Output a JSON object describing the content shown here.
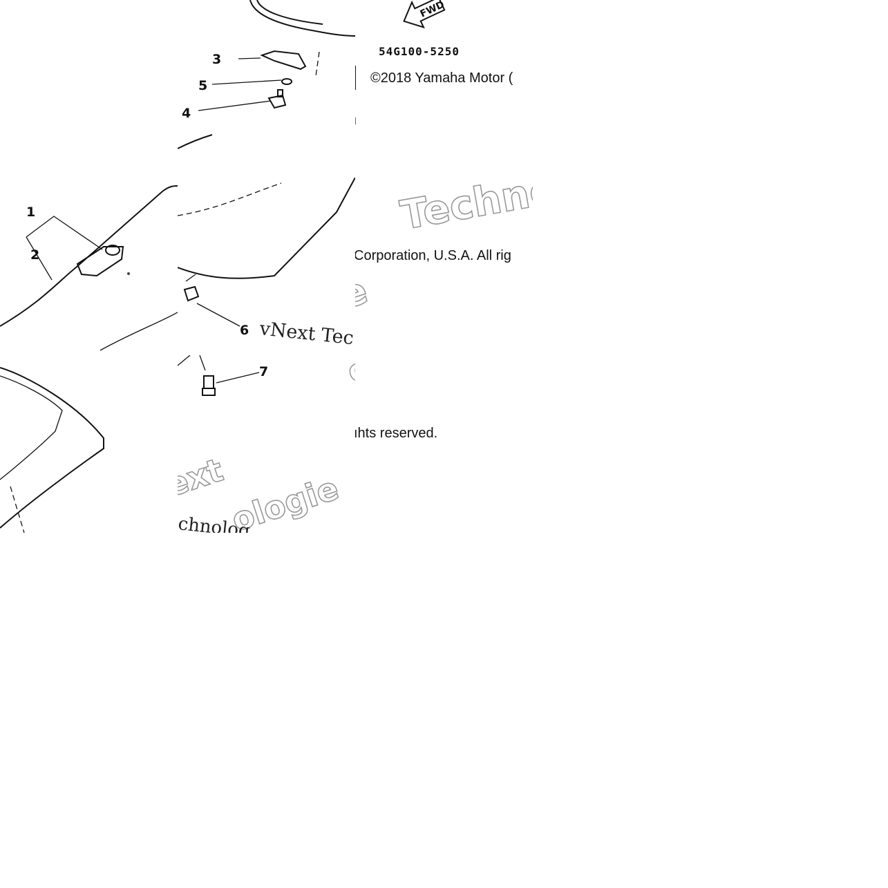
{
  "diagram": {
    "part_code": "54G100-5250",
    "fwd_arrow_label": "FWD",
    "callouts": [
      "1",
      "2",
      "3",
      "4",
      "5",
      "6",
      "7"
    ]
  },
  "copyright": {
    "line1": "©2018 Yamaha Motor (",
    "line2": "Corporation, U.S.A. All rig",
    "line3": "ıhts reserved."
  },
  "watermarks": {
    "techno_outline": "Techno",
    "vnext_serif": "vNext Tec",
    "hnologies_serif": "hnologies",
    "vne_outline": "vNe",
    "ologie_outline": "ologie",
    "ext_outline": "ext",
    "ologie_outline_2": "ologie",
    "chnolog_serif": "chnolog"
  },
  "colors": {
    "line": "#111111",
    "watermark_stroke": "#999999",
    "background": "#ffffff"
  }
}
